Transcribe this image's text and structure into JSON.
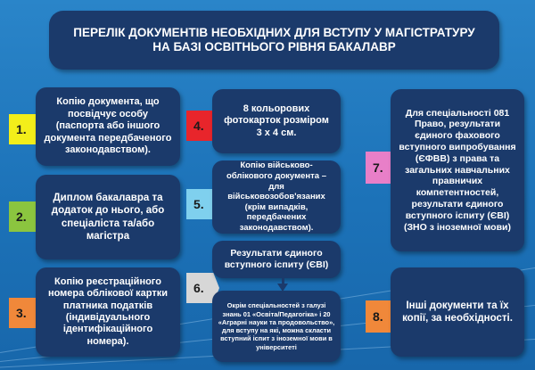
{
  "title": {
    "line1": "ПЕРЕЛІК ДОКУМЕНТІВ НЕОБХІДНИХ ДЛЯ ВСТУПУ У МАГІСТРАТУРУ",
    "line2": "НА БАЗІ ОСВІТНЬОГО РІВНЯ БАКАЛАВР"
  },
  "items": [
    {
      "number": "1.",
      "color": "#f3ee1a",
      "text": "Копію документа, що посвідчує особу (паспорта або іншого документа передбаченого законодавством)."
    },
    {
      "number": "2.",
      "color": "#8bc53f",
      "text": "Диплом бакалавра та додаток до нього, або спеціаліста та/або магістра"
    },
    {
      "number": "3.",
      "color": "#f0883a",
      "text": "Копію реєстраційного номера облікової картки платника податків (індивідуального ідентифікаційного номера)."
    },
    {
      "number": "4.",
      "color": "#e8252b",
      "text": "8 кольорових фотокарток розміром 3 х 4 см."
    },
    {
      "number": "5.",
      "color": "#7fd0ee",
      "text": "Копію військово-облікового документа – для військовозобов'язаних (крім випадків, передбачених законодавством)."
    },
    {
      "number": "6.",
      "color": "#d7d7d7",
      "text": "Результати єдиного вступного іспиту (ЄВІ)",
      "subtext": "Окрім спеціальностей з галузі знань 01 «Освіта/Педагогіка» і 20 «Аграрні науки та продовольство», для вступу на які, можна скласти вступний іспит з іноземної мови в університеті"
    },
    {
      "number": "7.",
      "color": "#e87fc8",
      "text": "Для спеціальності 081 Право, результати єдиного фахового вступного випробування (ЄФВВ) з права та загальних навчальних правничих компетентностей, результати єдиного вступного іспиту (ЄВІ) (ЗНО з іноземної мови)"
    },
    {
      "number": "8.",
      "color": "#f0883a",
      "text": "Інші документи та їх копії, за необхідності."
    }
  ]
}
